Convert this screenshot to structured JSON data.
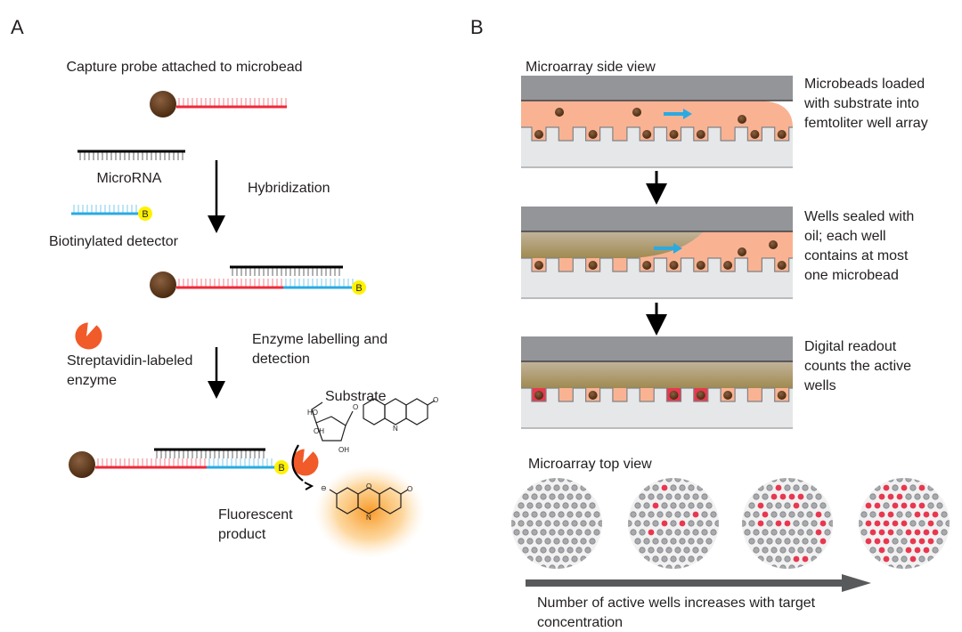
{
  "panel_a": {
    "label": "A",
    "capture_probe": "Capture probe attached to microbead",
    "microrna": "MicroRNA",
    "hybridization": "Hybridization",
    "biotinylated_detector": "Biotinylated detector",
    "biotin_tag": "B",
    "streptavidin_line1": "Streptavidin-labeled",
    "streptavidin_line2": "enzyme",
    "enzyme_step_line1": "Enzyme labelling and",
    "enzyme_step_line2": "detection",
    "substrate": "Substrate",
    "fluorescent_line1": "Fluorescent",
    "fluorescent_line2": "product",
    "chem": {
      "ho": "HO",
      "oh": "OH",
      "o": "O",
      "n": "N",
      "minus": "⊖"
    }
  },
  "panel_b": {
    "label": "B",
    "side_view": "Microarray side view",
    "step1": [
      "Microbeads loaded",
      "with substrate into",
      "femtoliter well array"
    ],
    "step2": [
      "Wells sealed with",
      "oil; each well",
      "contains at most",
      "one microbead"
    ],
    "step3": [
      "Digital readout",
      "counts the active",
      "wells"
    ],
    "top_view": "Microarray top view",
    "trend": [
      "Number of active wells increases with target",
      "concentration"
    ]
  },
  "colors": {
    "bead": "#5a3414",
    "capture_probe": "#ee2a3a",
    "detector": "#2aaae2",
    "biotin": "#fff200",
    "enzyme": "#f15a29",
    "substrate_fluid": "#f9b393",
    "oil": "#a89366",
    "active_well": "#e8384f",
    "cover": "#939598",
    "substrate_base": "#e6e7e8"
  }
}
